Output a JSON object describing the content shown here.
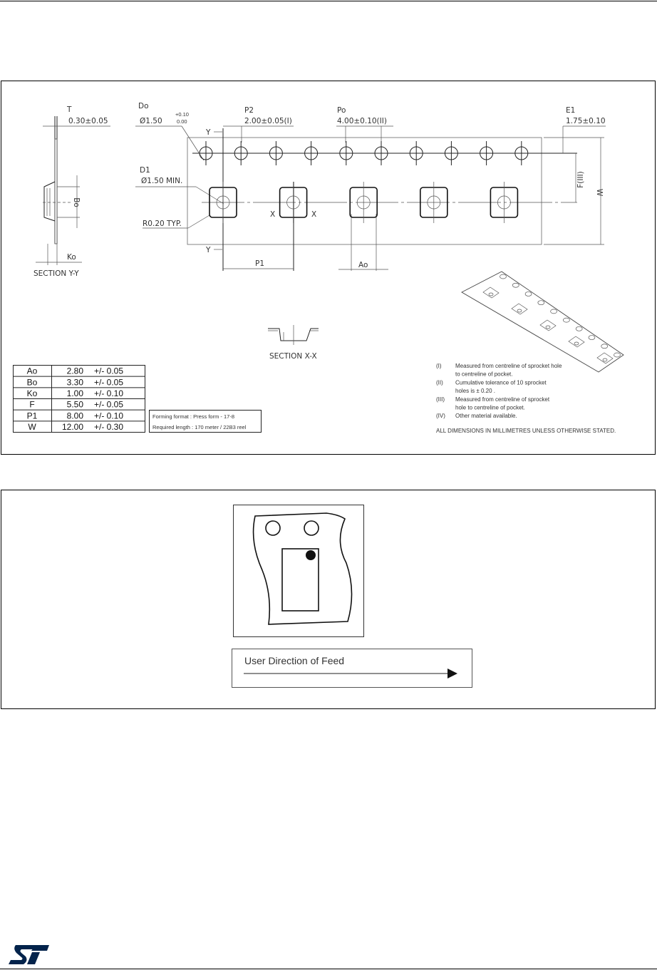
{
  "drawing": {
    "section_yy": {
      "t_label": "T",
      "t_value": "0.30±0.05",
      "bo_label": "Bo",
      "ko_label": "Ko",
      "title": "SECTION Y-Y"
    },
    "do_label": "Do",
    "do_value": "Ø1.50",
    "do_tol_plus": "+0.10",
    "do_tol_minus": "0.00",
    "p2_label": "P2",
    "p2_value": "2.00±0.05(I)",
    "po_label": "Po",
    "po_value": "4.00±0.10(II)",
    "e1_label": "E1",
    "e1_value": "1.75±0.10",
    "d1_label": "D1",
    "d1_value": "Ø1.50 MIN.",
    "r_label": "R0.20 TYP.",
    "f_label": "F(III)",
    "w_label": "W",
    "p1_label": "P1",
    "ao_label": "Ao",
    "x_label": "X",
    "y_label": "Y",
    "section_xx": "SECTION X-X"
  },
  "dimension_table": [
    {
      "name": "Ao",
      "value": "2.80",
      "tol": "+/- 0.05"
    },
    {
      "name": "Bo",
      "value": "3.30",
      "tol": "+/- 0.05"
    },
    {
      "name": "Ko",
      "value": "1.00",
      "tol": "+/- 0.10"
    },
    {
      "name": "F",
      "value": "5.50",
      "tol": "+/- 0.05"
    },
    {
      "name": "P1",
      "value": "8.00",
      "tol": "+/- 0.10"
    },
    {
      "name": "W",
      "value": "12.00",
      "tol": "+/- 0.30"
    }
  ],
  "forming": {
    "format": "Forming format : Press form - 17-8",
    "length": "Required length : 170 meter / 22B3 reel"
  },
  "notes": [
    {
      "mark": "(I)",
      "lines": [
        "Measured from centreline of sprocket hole",
        "to centreline of pocket."
      ]
    },
    {
      "mark": "(II)",
      "lines": [
        "Cumulative tolerance of 10 sprocket",
        "holes is ± 0.20 ."
      ]
    },
    {
      "mark": "(III)",
      "lines": [
        "Measured from centreline of sprocket",
        "hole to centreline of pocket."
      ]
    },
    {
      "mark": "(IV)",
      "lines": [
        "Other material available."
      ]
    }
  ],
  "notes_footer": "ALL DIMENSIONS IN MILLIMETRES UNLESS OTHERWISE STATED.",
  "feed": {
    "label": "User Direction of Feed"
  },
  "footer": {
    "logo_text": "ST",
    "brand_color": "#03234b"
  }
}
